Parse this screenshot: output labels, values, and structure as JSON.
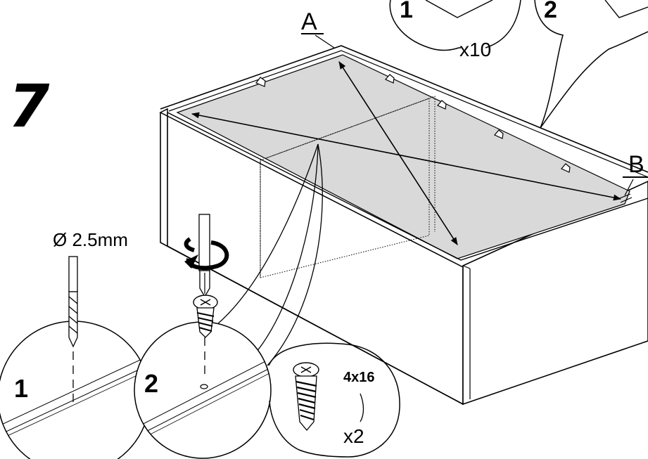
{
  "step_number": "7",
  "panel_labels": {
    "a": "A",
    "b": "B"
  },
  "top_callouts": {
    "first": {
      "index": "1",
      "quantity": "x10"
    },
    "second": {
      "index": "2"
    }
  },
  "drill": {
    "diameter": "Ø 2.5mm",
    "index": "1"
  },
  "screwing": {
    "index": "2"
  },
  "screw_spec": {
    "size": "4x16",
    "quantity": "x2"
  },
  "icons": [
    "drill-bit-icon",
    "screwdriver-icon",
    "rotate-arrow-icon",
    "screw-icon"
  ],
  "colors": {
    "panel_fill": "#d9d9d9",
    "line": "#000000",
    "background": "#ffffff"
  }
}
